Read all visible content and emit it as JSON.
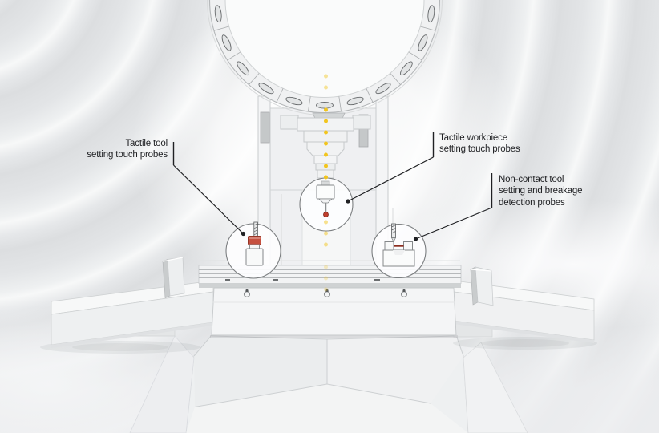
{
  "figure": {
    "type": "machine-tool-probing-infographic",
    "description": "CNC machining center illustration with probe callouts"
  },
  "callouts": [
    {
      "id": "tactile-tool-setting",
      "lines": [
        "Tactile tool",
        "setting touch probes"
      ]
    },
    {
      "id": "tactile-workpiece-setting",
      "lines": [
        "Tactile workpiece",
        "setting touch probes"
      ]
    },
    {
      "id": "non-contact-tool-setting",
      "lines": [
        "Non-contact tool",
        "setting and breakage",
        "detection probes"
      ]
    }
  ],
  "colors": {
    "probe_red": "#c65140",
    "probe_red_edge": "#953526",
    "stylus_ball_red": "#bf3f2d",
    "laser_red": "#8c2d1f",
    "axis_dot_yellow": "#f2c51d",
    "leader_line": "#1f2023"
  }
}
